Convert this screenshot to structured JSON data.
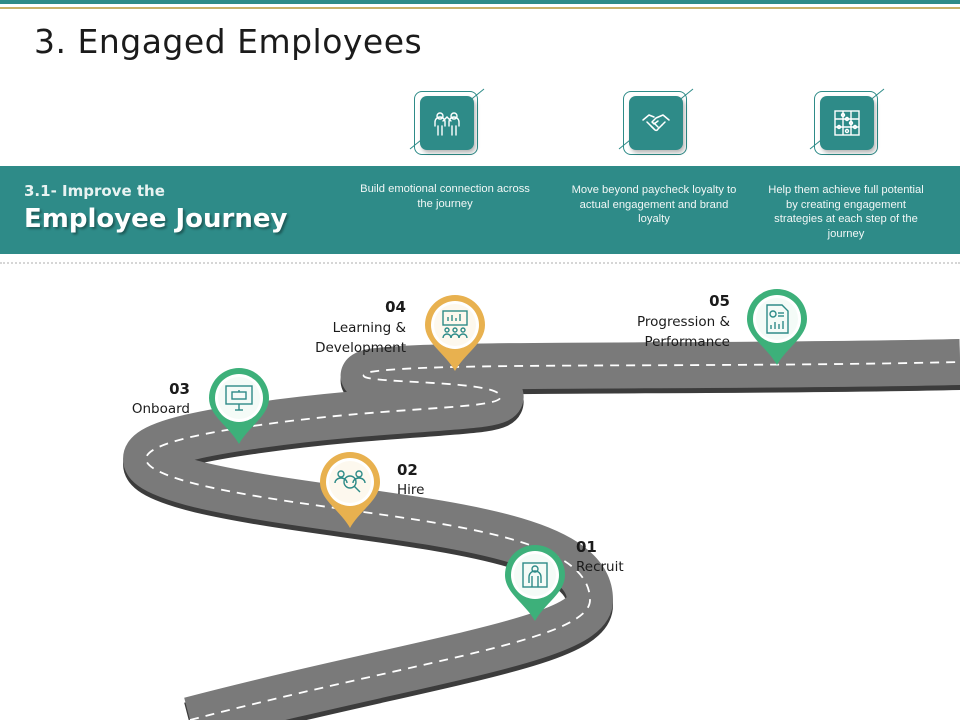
{
  "page": {
    "title": "3. Engaged Employees"
  },
  "banner": {
    "subtitle": "3.1- Improve the",
    "title": "Employee Journey"
  },
  "features": [
    {
      "icon": "team-people-icon",
      "text": "Build emotional connection across the journey"
    },
    {
      "icon": "handshake-icon",
      "text": "Move  beyond paycheck loyalty to actual engagement and brand loyalty"
    },
    {
      "icon": "puzzle-icon",
      "text": "Help them achieve full potential by creating engagement strategies at each step of the journey"
    }
  ],
  "steps": [
    {
      "number": "01",
      "label": "Recruit",
      "icon": "person-target-icon",
      "color": "#3db07a"
    },
    {
      "number": "02",
      "label": "Hire",
      "icon": "handshake-people-icon",
      "color": "#e8b14f"
    },
    {
      "number": "03",
      "label": "Onboard",
      "icon": "presentation-board-icon",
      "color": "#3db07a"
    },
    {
      "number": "04",
      "label": "Learning & Development",
      "icon": "training-class-icon",
      "color": "#e8b14f"
    },
    {
      "number": "05",
      "label": "Progression & Performance",
      "icon": "report-document-icon",
      "color": "#3db07a"
    }
  ],
  "colors": {
    "accent": "#2e8b88",
    "gold": "#c9b26a",
    "green_pin": "#3db07a",
    "yellow_pin": "#e8b14f",
    "road": "#7a7a7a"
  }
}
